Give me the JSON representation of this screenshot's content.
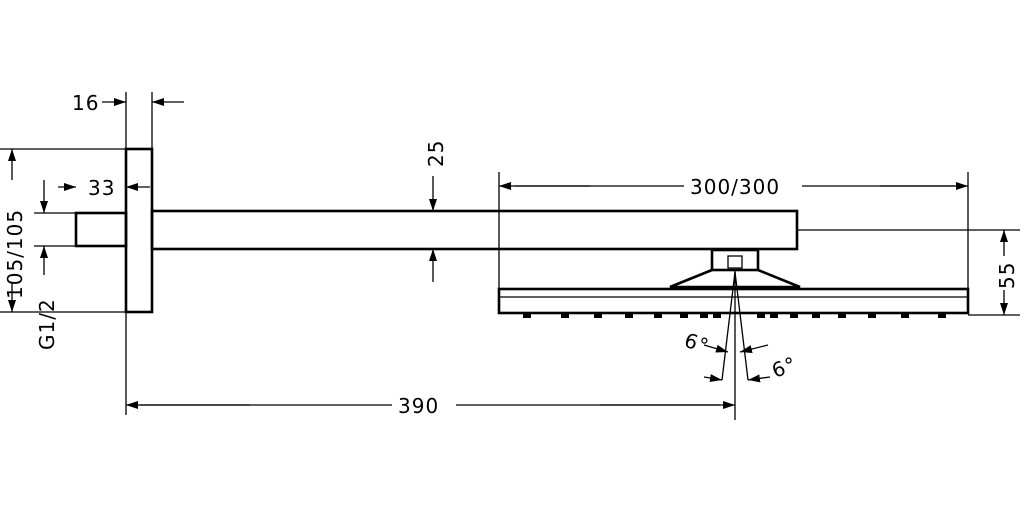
{
  "dimensions": {
    "flange_thickness": "16",
    "wall_offset": "33",
    "arm_height": "25",
    "head_size": "300/300",
    "total_length": "390",
    "head_height": "55",
    "flange_size": "105/105",
    "thread": "G1/2",
    "angle_left": "6°",
    "angle_right": "6°"
  },
  "colors": {
    "line": "#000000",
    "background": "#ffffff"
  }
}
